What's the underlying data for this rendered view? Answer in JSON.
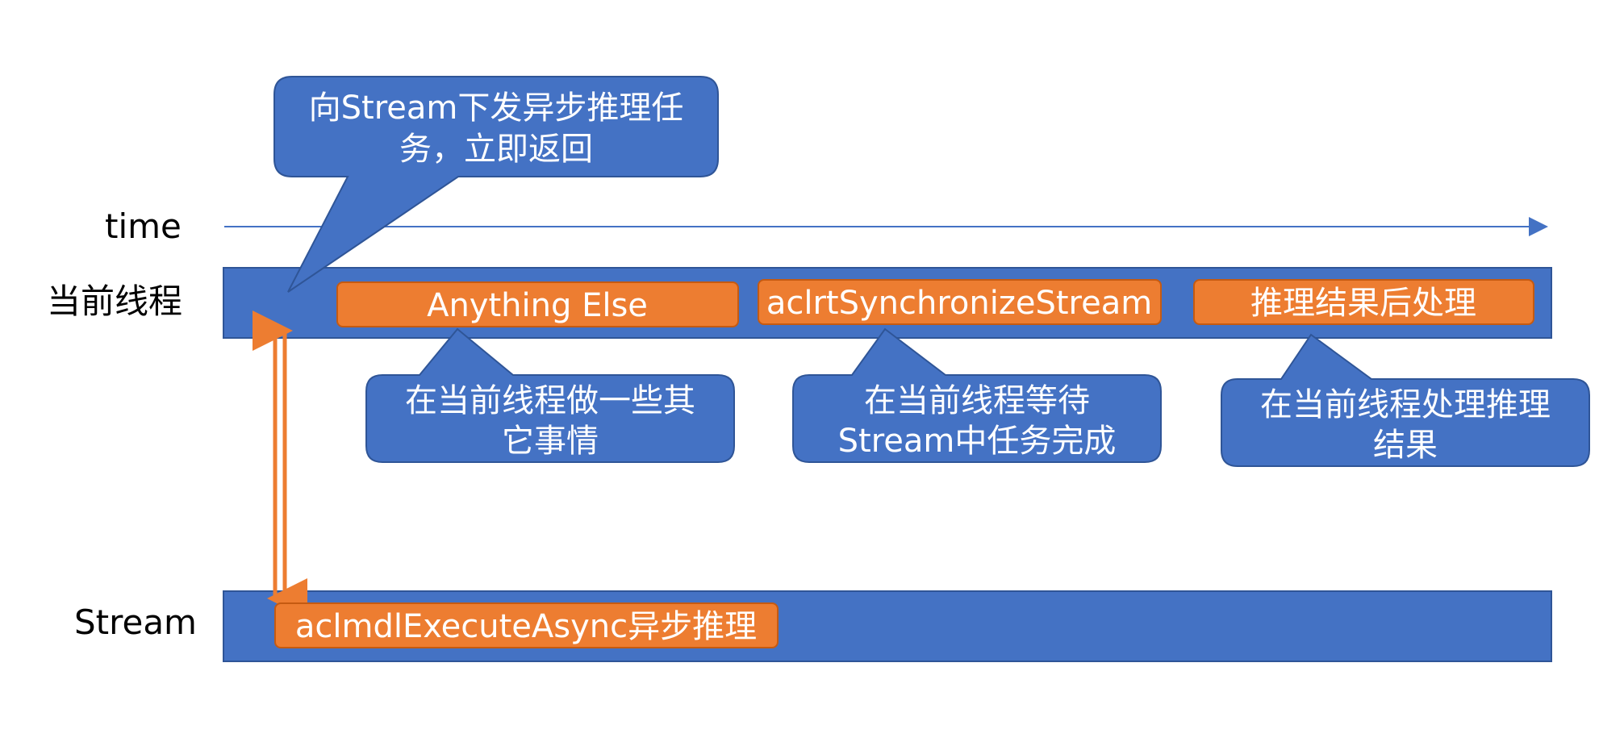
{
  "labels": {
    "time": "time",
    "current_thread": "当前线程",
    "stream": "Stream"
  },
  "tasks": {
    "anything_else": "Anything Else",
    "synchronize_stream": "aclrtSynchronizeStream",
    "post_process": "推理结果后处理",
    "execute_async": "aclmdlExecuteAsync异步推理"
  },
  "callouts": {
    "dispatch": {
      "line1": "向Stream下发异步推理任",
      "line2": "务，立即返回"
    },
    "other_work": {
      "line1": "在当前线程做一些其",
      "line2": "它事情"
    },
    "wait_stream": {
      "line1": "在当前线程等待",
      "line2": "Stream中任务完成"
    },
    "process_result": {
      "line1": "在当前线程处理推理",
      "line2": "结果"
    }
  },
  "colors": {
    "lane_blue": "#4472C4",
    "callout_border": "#2F5597",
    "task_orange": "#ED7D31",
    "task_border": "#C55A11",
    "arrow_orange": "#ED7D31",
    "time_axis": "#4472C4"
  }
}
